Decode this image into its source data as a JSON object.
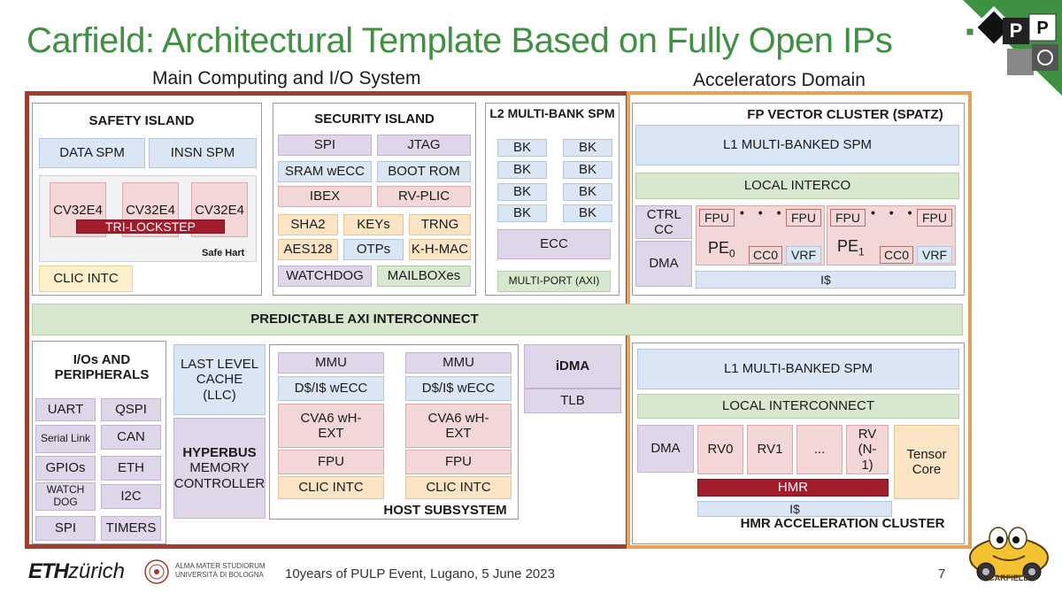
{
  "title": "Carfield: Architectural Template Based on Fully Open IPs",
  "main_label": "Main Computing and I/O System",
  "acc_label": "Accelerators Domain",
  "safety": {
    "title": "SAFETY ISLAND",
    "data_spm": "DATA SPM",
    "insn_spm": "INSN SPM",
    "cores": [
      "CV32E4",
      "CV32E4",
      "CV32E4"
    ],
    "lockstep": "TRI-LOCKSTEP",
    "safe_hart": "Safe Hart",
    "clic": "CLIC INTC"
  },
  "security": {
    "title": "SECURITY ISLAND",
    "spi": "SPI",
    "jtag": "JTAG",
    "sram": "SRAM wECC",
    "bootrom": "BOOT ROM",
    "ibex": "IBEX",
    "rvplic": "RV-PLIC",
    "sha2": "SHA2",
    "keys": "KEYs",
    "trng": "TRNG",
    "aes": "AES128",
    "otps": "OTPs",
    "khmac": "K-H-MAC",
    "watchdog": "WATCHDOG",
    "mailbox": "MAILBOXes"
  },
  "l2": {
    "title": "L2 MULTI-BANK SPM",
    "bank": "BK",
    "ecc": "ECC",
    "multiport": "MULTI-PORT (AXI)"
  },
  "axi": "PREDICTABLE AXI INTERCONNECT",
  "io": {
    "title": "I/Os AND PERIPHERALS",
    "uart": "UART",
    "qspi": "QSPI",
    "serial": "Serial Link",
    "can": "CAN",
    "gpio": "GPIOs",
    "eth": "ETH",
    "watchdog": "WATCH DOG",
    "i2c": "I2C",
    "spi": "SPI",
    "timers": "TIMERS"
  },
  "llc": "LAST LEVEL CACHE (LLC)",
  "hyperbus": {
    "title": "HYPERBUS",
    "sub": "MEMORY CONTROLLER"
  },
  "host": {
    "title": "HOST SUBSYSTEM",
    "mmu": "MMU",
    "cache": "D$/I$ wECC",
    "cva6": "CVA6 wH-EXT",
    "fpu": "FPU",
    "clic": "CLIC INTC"
  },
  "idma": {
    "title": "iDMA",
    "tlb": "TLB"
  },
  "spatz": {
    "title": "FP VECTOR CLUSTER (SPATZ)",
    "l1": "L1 MULTI-BANKED SPM",
    "interco": "LOCAL INTERCO",
    "ctrl": "CTRL CC",
    "dma": "DMA",
    "fpu": "FPU",
    "pe": "PE",
    "pe0_sub": "0",
    "pe1_sub": "1",
    "cc0": "CC0",
    "vrf": "VRF",
    "icache": "I$"
  },
  "hmr": {
    "title": "HMR ACCELERATION CLUSTER",
    "l1": "L1 MULTI-BANKED SPM",
    "interco": "LOCAL INTERCONNECT",
    "dma": "DMA",
    "rv0": "RV0",
    "rv1": "RV1",
    "ellipsis": "...",
    "rvn": "RV (N-1)",
    "tensor": "Tensor Core",
    "hmr_bar": "HMR",
    "icache": "I$"
  },
  "footer": {
    "eth_bold": "ETH",
    "eth_rest": "zürich",
    "bologna_top": "ALMA MATER STUDIORUM",
    "bologna_bottom": "UNIVERSITÀ DI BOLOGNA",
    "event": "10years of PULP Event, Lugano, 5 June 2023",
    "page": "7"
  },
  "mascot_text": "CARFIELD",
  "colors": {
    "title_green": "#3f9142",
    "main_border": "#a33a2c",
    "acc_border": "#e6a15a",
    "hmr_red": "#a31c2b"
  }
}
